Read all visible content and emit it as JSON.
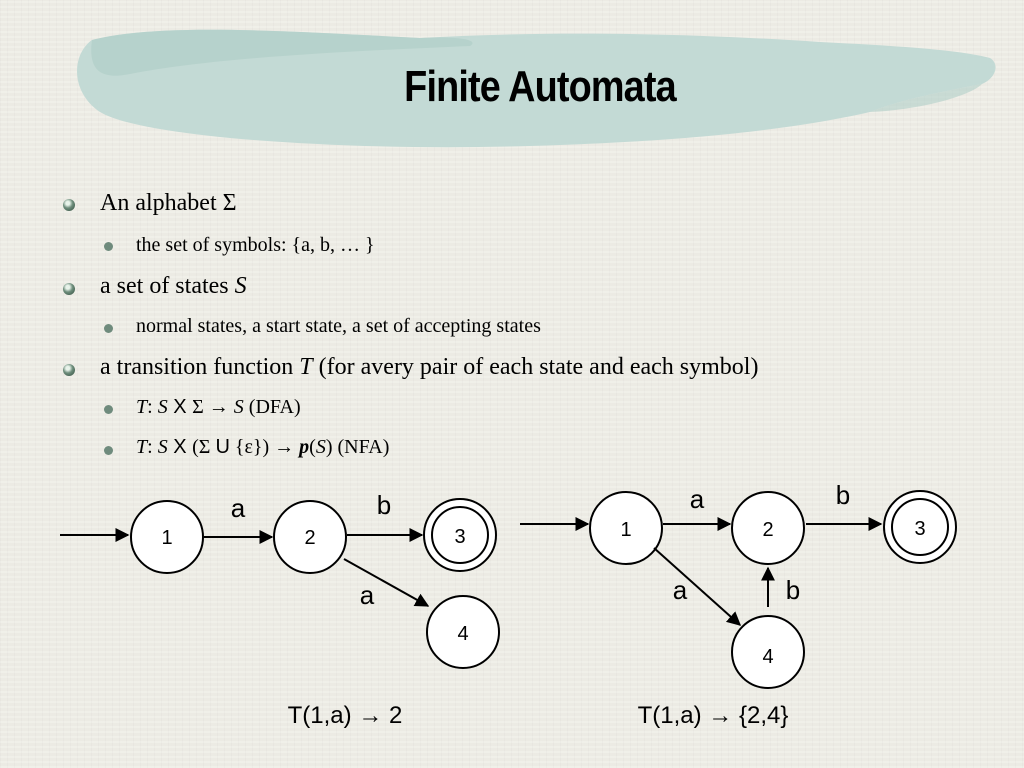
{
  "slide": {
    "title": "Finite Automata",
    "bullets": [
      {
        "text": "An alphabet Σ"
      },
      {
        "text": "the set of symbols: {a, b, … }"
      },
      {
        "prefix": "a set of states ",
        "var": "S"
      },
      {
        "text": "normal states, a start state, a set of accepting states"
      },
      {
        "prefix": "a transition function ",
        "var": "T",
        "suffix": " (for avery pair of each state and each symbol)"
      },
      {
        "t": "T",
        "colon": ": ",
        "s": "S",
        "x": " X ",
        "sigma": "Σ ",
        "arrow": "→",
        "s2": "S",
        "tag": " (DFA)"
      },
      {
        "t": "T",
        "colon": ": ",
        "s": "S",
        "x": " X ",
        "open": "(Σ ",
        "union": "U",
        "eps": " {ε}) ",
        "arrow": "→",
        "p": "p",
        "po": "(",
        "s2": "S",
        "pc": ")",
        "tag": " (NFA)"
      }
    ]
  },
  "dfa": {
    "states": [
      "1",
      "2",
      "3",
      "4"
    ],
    "edges": {
      "e12": "a",
      "e23": "b",
      "e24": "a"
    },
    "caption": "T(1,a) → 2"
  },
  "nfa": {
    "states": [
      "1",
      "2",
      "3",
      "4"
    ],
    "edges": {
      "e12": "a",
      "e23": "b",
      "e14": "a",
      "e42": "b"
    },
    "caption": "T(1,a) → {2,4}"
  }
}
